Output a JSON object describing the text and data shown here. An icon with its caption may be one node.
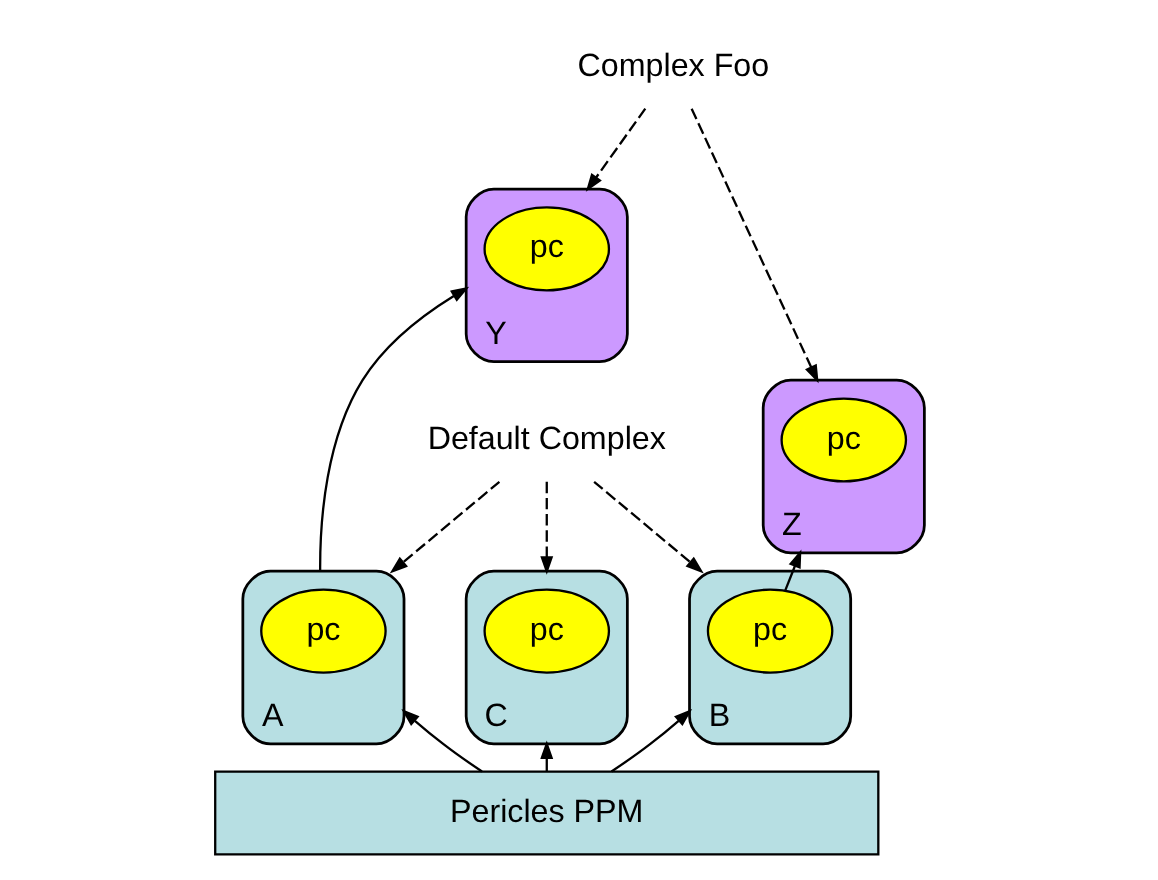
{
  "diagram": {
    "nodes": [
      {
        "text": [
          "Complex Foo"
        ]
      },
      {
        "text": [],
        "shape": "ellipse",
        "beside": [
          "Y"
        ]
      },
      {
        "text": [
          "pc"
        ],
        "in": 1
      },
      {
        "text": [],
        "shape": "ellipse",
        "beside": [
          "Z"
        ]
      },
      {
        "text": [
          "pc"
        ],
        "in": 3
      },
      {
        "text": [
          "Default Complex"
        ]
      },
      {
        "text": [],
        "shape": "ellipse",
        "beside": [
          "A"
        ]
      },
      {
        "text": [
          "pc"
        ],
        "in": 6
      },
      {
        "text": [],
        "shape": "ellipse",
        "beside": [
          "B"
        ]
      },
      {
        "text": [
          "pc"
        ],
        "in": 8
      },
      {
        "text": [],
        "shape": "ellipse",
        "beside": [
          "C"
        ]
      },
      {
        "text": [
          "pc"
        ],
        "in": 10
      },
      {
        "text": [
          "Pericles PPM"
        ]
      }
    ],
    "edges": [
      {
        "from": 0,
        "to": 1,
        "arrow": "to",
        "style": "dashed"
      },
      {
        "from": 0,
        "to": 3,
        "arrow": "to",
        "style": "dashed"
      },
      {
        "from": 5,
        "to": 6,
        "arrow": "to",
        "style": "dashed"
      },
      {
        "from": 5,
        "to": 8,
        "arrow": "to",
        "style": "dashed"
      },
      {
        "from": 5,
        "to": 10,
        "arrow": "to",
        "style": "dashed"
      },
      {
        "from": 12,
        "to": 6,
        "arrow": "to"
      },
      {
        "from": 12,
        "to": 8,
        "arrow": "to"
      },
      {
        "from": 12,
        "to": 10,
        "arrow": "to"
      },
      {
        "from": 6,
        "to": 1,
        "arrow": "to"
      },
      {
        "from": 9,
        "to": 3,
        "arrow": "to"
      }
    ]
  }
}
